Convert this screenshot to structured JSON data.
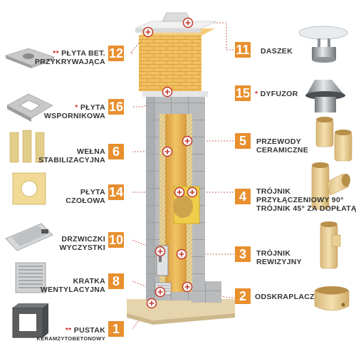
{
  "colors": {
    "accent": "#e88f2e",
    "asterisk": "#d32f2f",
    "leader": "#c0392b",
    "text": "#333333"
  },
  "components": [
    {
      "id": "12",
      "number": "12",
      "prefix": "**",
      "line1": "PŁYTA BET.",
      "line2": "PRZYKRYWAJĄCA"
    },
    {
      "id": "11",
      "number": "11",
      "prefix": "",
      "line1": "DASZEK",
      "line2": ""
    },
    {
      "id": "16",
      "number": "16",
      "prefix": "*",
      "line1": "PŁYTA",
      "line2": "WSPORNIKOWA"
    },
    {
      "id": "15",
      "number": "15",
      "prefix": "*",
      "line1": "DYFUZOR",
      "line2": ""
    },
    {
      "id": "6",
      "number": "6",
      "prefix": "",
      "line1": "WEŁNA",
      "line2": "STABILIZACYJNA"
    },
    {
      "id": "5",
      "number": "5",
      "prefix": "",
      "line1": "PRZEWODY",
      "line2": "CERAMICZNE"
    },
    {
      "id": "14",
      "number": "14",
      "prefix": "",
      "line1": "PŁYTA",
      "line2": "CZOŁOWA"
    },
    {
      "id": "4",
      "number": "4",
      "prefix": "",
      "line1": "TRÓJNIK",
      "line2": "PRZYŁĄCZENIOWY 90°",
      "line3": "TRÓJNIK 45° ZA DOPŁATĄ"
    },
    {
      "id": "10",
      "number": "10",
      "prefix": "",
      "line1": "DRZWICZKI",
      "line2": "WYCZYSTKI"
    },
    {
      "id": "3",
      "number": "3",
      "prefix": "",
      "line1": "TRÓJNIK",
      "line2": "REWIZYJNY"
    },
    {
      "id": "8",
      "number": "8",
      "prefix": "",
      "line1": "KRATKA",
      "line2": "WENTYLACYJNA"
    },
    {
      "id": "2",
      "number": "2",
      "prefix": "",
      "line1": "ODSKRAPLACZ",
      "line2": ""
    },
    {
      "id": "1",
      "number": "1",
      "prefix": "**",
      "line1": "PUSTAK",
      "line2": "KERAMZYTOBETONOWY"
    }
  ]
}
